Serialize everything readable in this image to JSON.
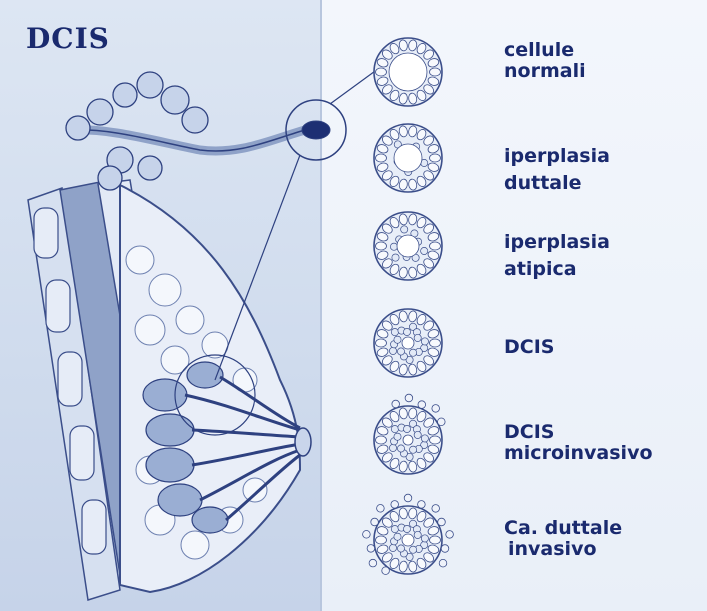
{
  "title": "DCIS",
  "stages": [
    {
      "id": "normal",
      "line1": "cellule",
      "line2": "normali"
    },
    {
      "id": "ductal-hyperplasia",
      "line1": "iperplasia",
      "line2": "duttale"
    },
    {
      "id": "atypical-hyperplasia",
      "line1": "iperplasia",
      "line2": "atipica"
    },
    {
      "id": "dcis",
      "line1": "DCIS",
      "line2": ""
    },
    {
      "id": "dcis-microinvasive",
      "line1": "DCIS",
      "line2": "microinvasivo"
    },
    {
      "id": "invasive-ductal-carcinoma",
      "line1": "Ca. duttale",
      "line2": "invasivo"
    }
  ],
  "colors": {
    "ink": "#1a2a6e",
    "stroke": "#3b4e8a",
    "tissue": "#b9c8e3",
    "cell": "#e8eef8"
  }
}
